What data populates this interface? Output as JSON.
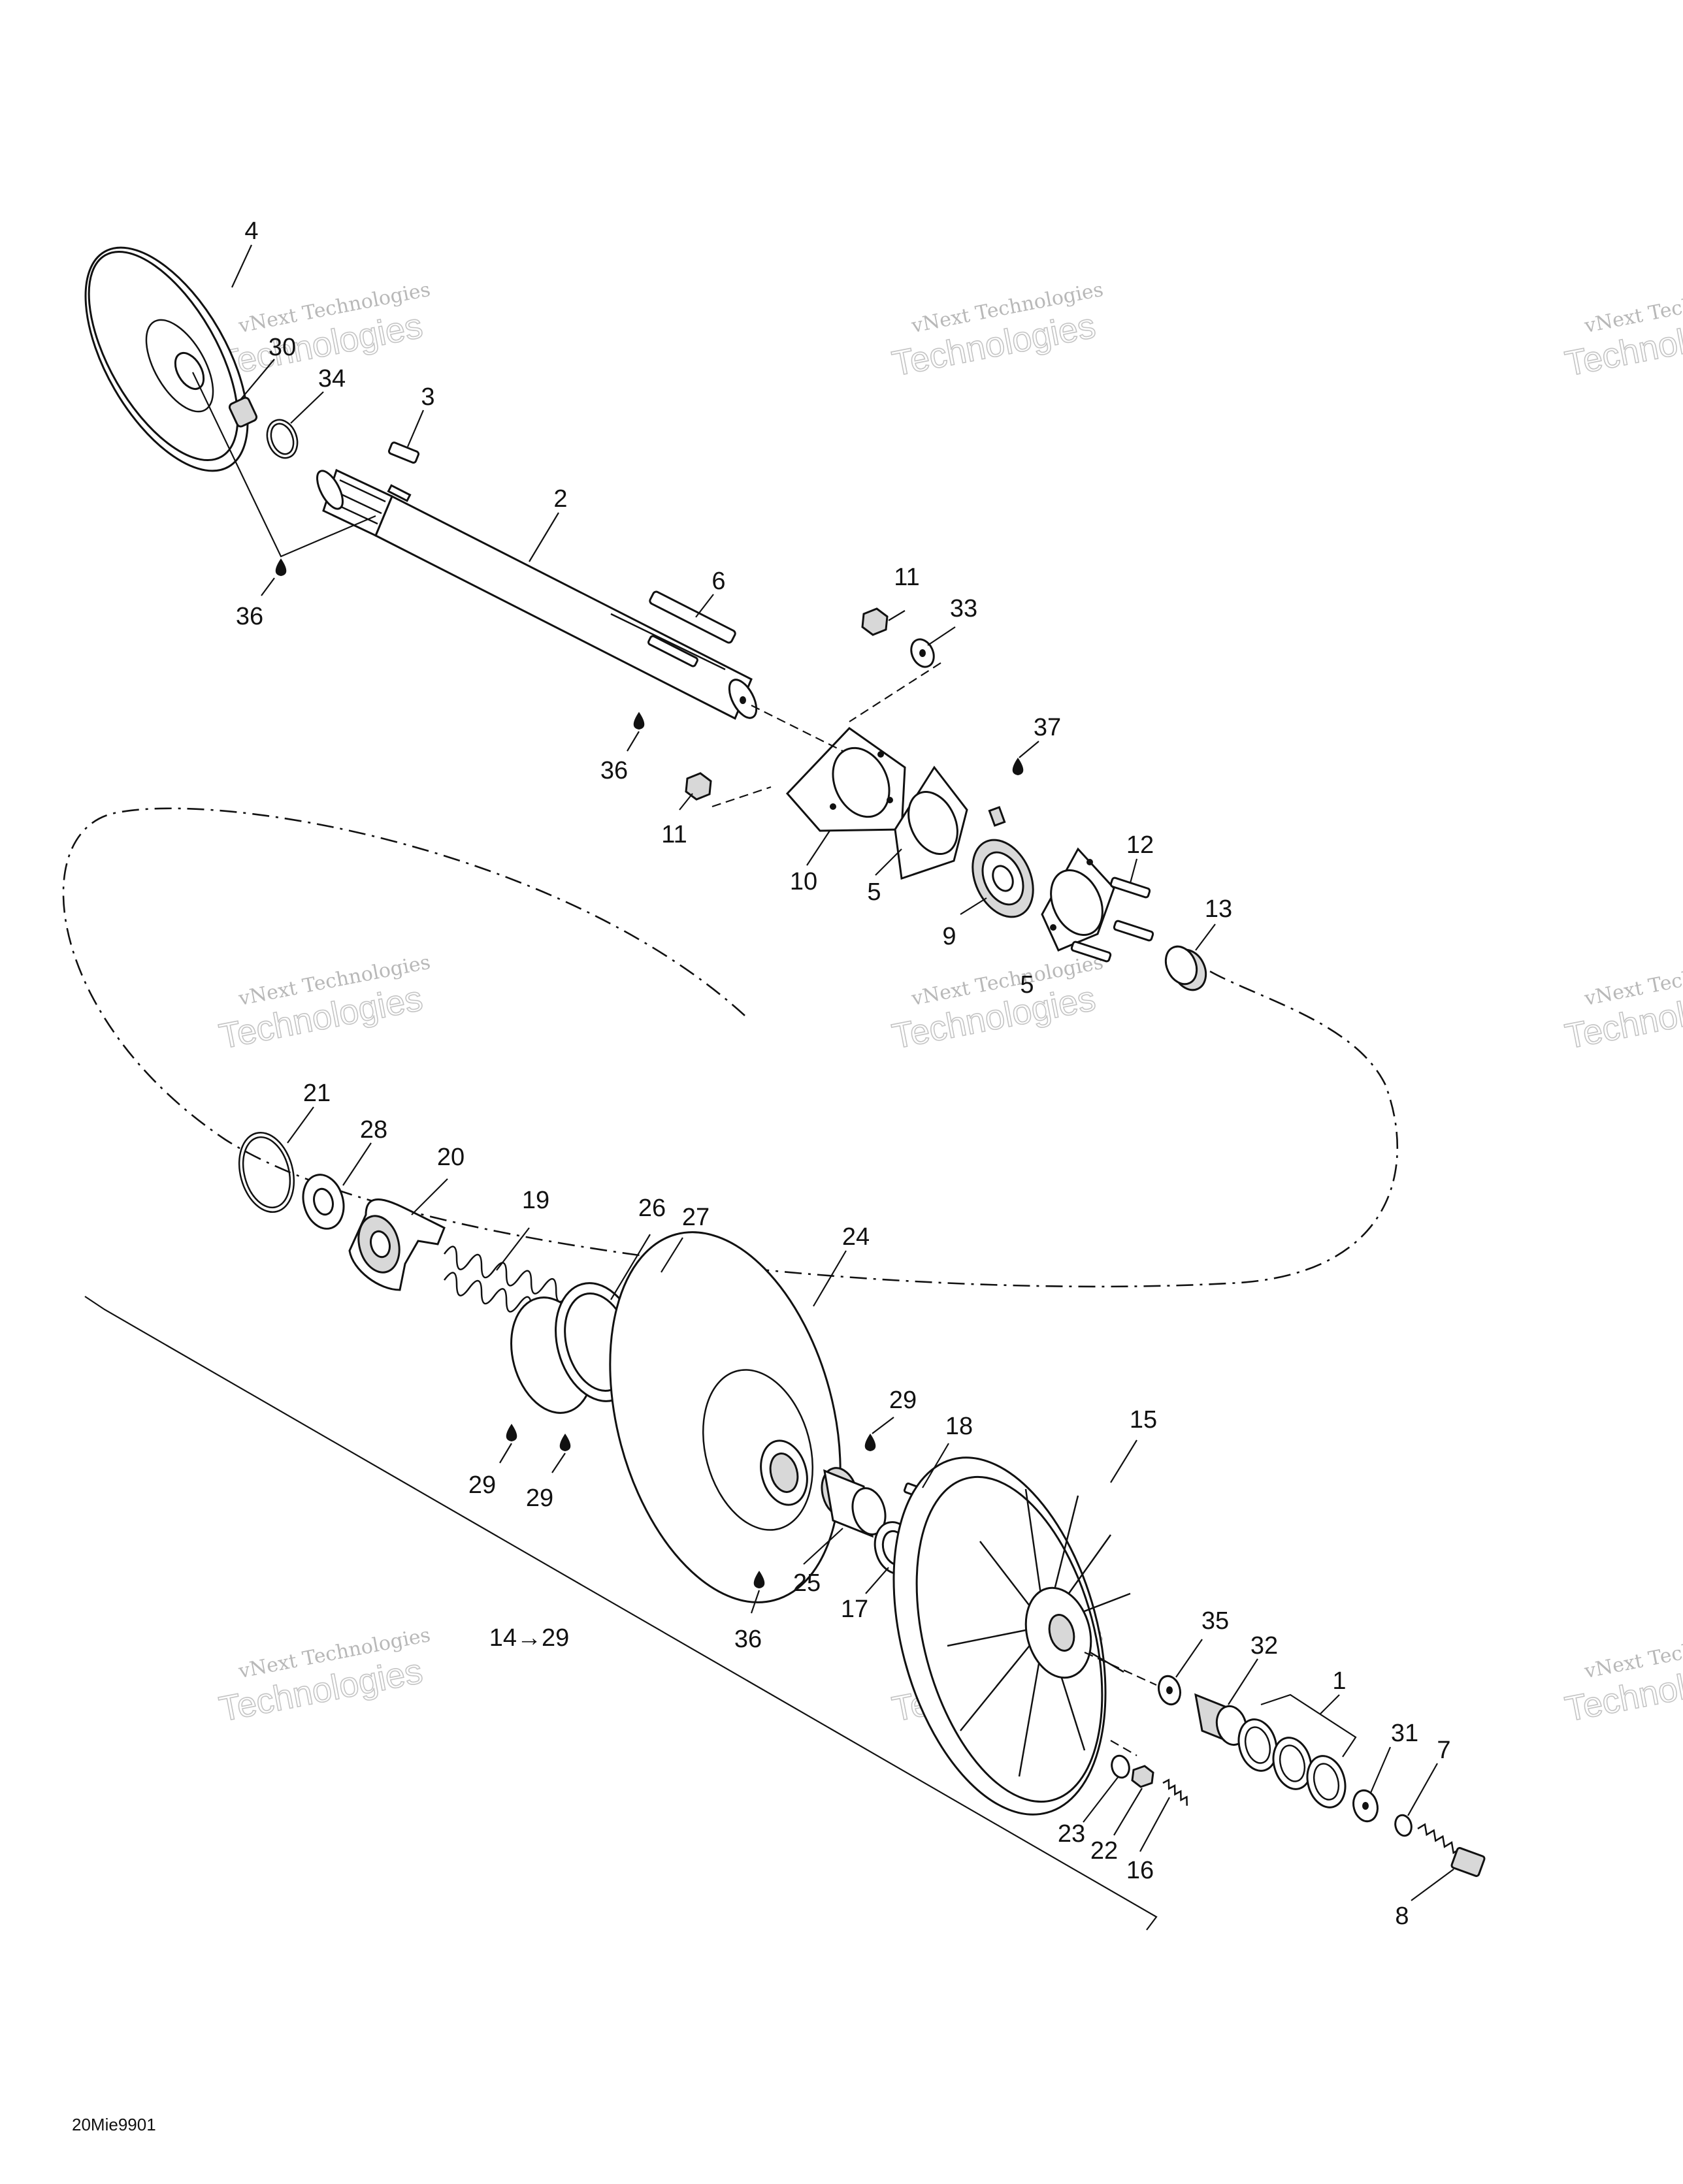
{
  "diagram": {
    "footer_code": "20Mie9901",
    "watermark": {
      "line1": "vNext Technologies",
      "line2": "Technologies"
    },
    "callouts": [
      {
        "id": "c4",
        "text": "4"
      },
      {
        "id": "c30",
        "text": "30"
      },
      {
        "id": "c34",
        "text": "34"
      },
      {
        "id": "c3",
        "text": "3"
      },
      {
        "id": "c2",
        "text": "2"
      },
      {
        "id": "c36a",
        "text": "36"
      },
      {
        "id": "c6",
        "text": "6"
      },
      {
        "id": "c36b",
        "text": "36"
      },
      {
        "id": "c11a",
        "text": "11"
      },
      {
        "id": "c33",
        "text": "33"
      },
      {
        "id": "c37",
        "text": "37"
      },
      {
        "id": "c11b",
        "text": "11"
      },
      {
        "id": "c10",
        "text": "10"
      },
      {
        "id": "c5a",
        "text": "5"
      },
      {
        "id": "c12",
        "text": "12"
      },
      {
        "id": "c9",
        "text": "9"
      },
      {
        "id": "c13",
        "text": "13"
      },
      {
        "id": "c5b",
        "text": "5"
      },
      {
        "id": "c21",
        "text": "21"
      },
      {
        "id": "c28",
        "text": "28"
      },
      {
        "id": "c20",
        "text": "20"
      },
      {
        "id": "c19",
        "text": "19"
      },
      {
        "id": "c26",
        "text": "26"
      },
      {
        "id": "c27",
        "text": "27"
      },
      {
        "id": "c24",
        "text": "24"
      },
      {
        "id": "c29a",
        "text": "29"
      },
      {
        "id": "c29b",
        "text": "29"
      },
      {
        "id": "c29c",
        "text": "29"
      },
      {
        "id": "c18",
        "text": "18"
      },
      {
        "id": "c15",
        "text": "15"
      },
      {
        "id": "c25",
        "text": "25"
      },
      {
        "id": "c17",
        "text": "17"
      },
      {
        "id": "c36c",
        "text": "36"
      },
      {
        "id": "c14",
        "text": "14→29"
      },
      {
        "id": "c35",
        "text": "35"
      },
      {
        "id": "c32",
        "text": "32"
      },
      {
        "id": "c1",
        "text": "1"
      },
      {
        "id": "c31",
        "text": "31"
      },
      {
        "id": "c7",
        "text": "7"
      },
      {
        "id": "c23",
        "text": "23"
      },
      {
        "id": "c22",
        "text": "22"
      },
      {
        "id": "c16",
        "text": "16"
      },
      {
        "id": "c8",
        "text": "8"
      }
    ]
  }
}
